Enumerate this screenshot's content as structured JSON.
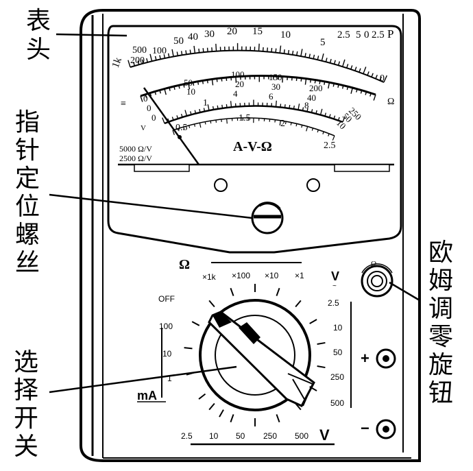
{
  "labels": {
    "meter_head": [
      "表",
      "头"
    ],
    "pointer_screw": [
      "指",
      "针",
      "定",
      "位",
      "螺",
      "丝"
    ],
    "ohm_knob": [
      "欧",
      "姆",
      "调",
      "零",
      "旋",
      "钮"
    ],
    "selector_switch": [
      "选",
      "择",
      "开",
      "关"
    ]
  },
  "scale": {
    "ohm_top": [
      "1k",
      "500",
      "200",
      "100",
      "50",
      "40",
      "30",
      "20",
      "15",
      "10",
      "5",
      "2.5",
      "5",
      "0",
      "2.5",
      "P"
    ],
    "ohm_zero": "0",
    "omega_mark": "Ω",
    "mid_tens": [
      "50",
      "10"
    ],
    "mid_arc_a": [
      "100",
      "150",
      "200",
      "250"
    ],
    "mid_arc_b": [
      "20",
      "30",
      "40",
      "50"
    ],
    "mid_arc_c": [
      "4",
      "6",
      "8",
      "10"
    ],
    "inner_arc": [
      "0.5",
      "1",
      "1.5",
      "2",
      "2.5"
    ],
    "zeros": [
      "0",
      "0",
      "0"
    ],
    "model_text": "A-V-Ω",
    "sensitivity_1": "5000 Ω/V",
    "sensitivity_2": "2500 Ω/V",
    "left_marks": [
      "≡",
      "V"
    ]
  },
  "dial": {
    "ohm_symbol": "Ω",
    "ohm_ranges": [
      "×1k",
      "×100",
      "×10",
      "×1"
    ],
    "off_label": "OFF",
    "ma_ranges": [
      "100",
      "10",
      "1"
    ],
    "ma_unit": "mA",
    "v_ac_unit": "V",
    "v_ac_ranges": [
      "2.5",
      "10",
      "50",
      "250",
      "500"
    ],
    "v_dc_ranges": [
      "2.5",
      "10",
      "50",
      "250",
      "500"
    ],
    "v_dc_unit": "V",
    "plus": "+",
    "minus": "−",
    "knob_omega": "Ω"
  }
}
